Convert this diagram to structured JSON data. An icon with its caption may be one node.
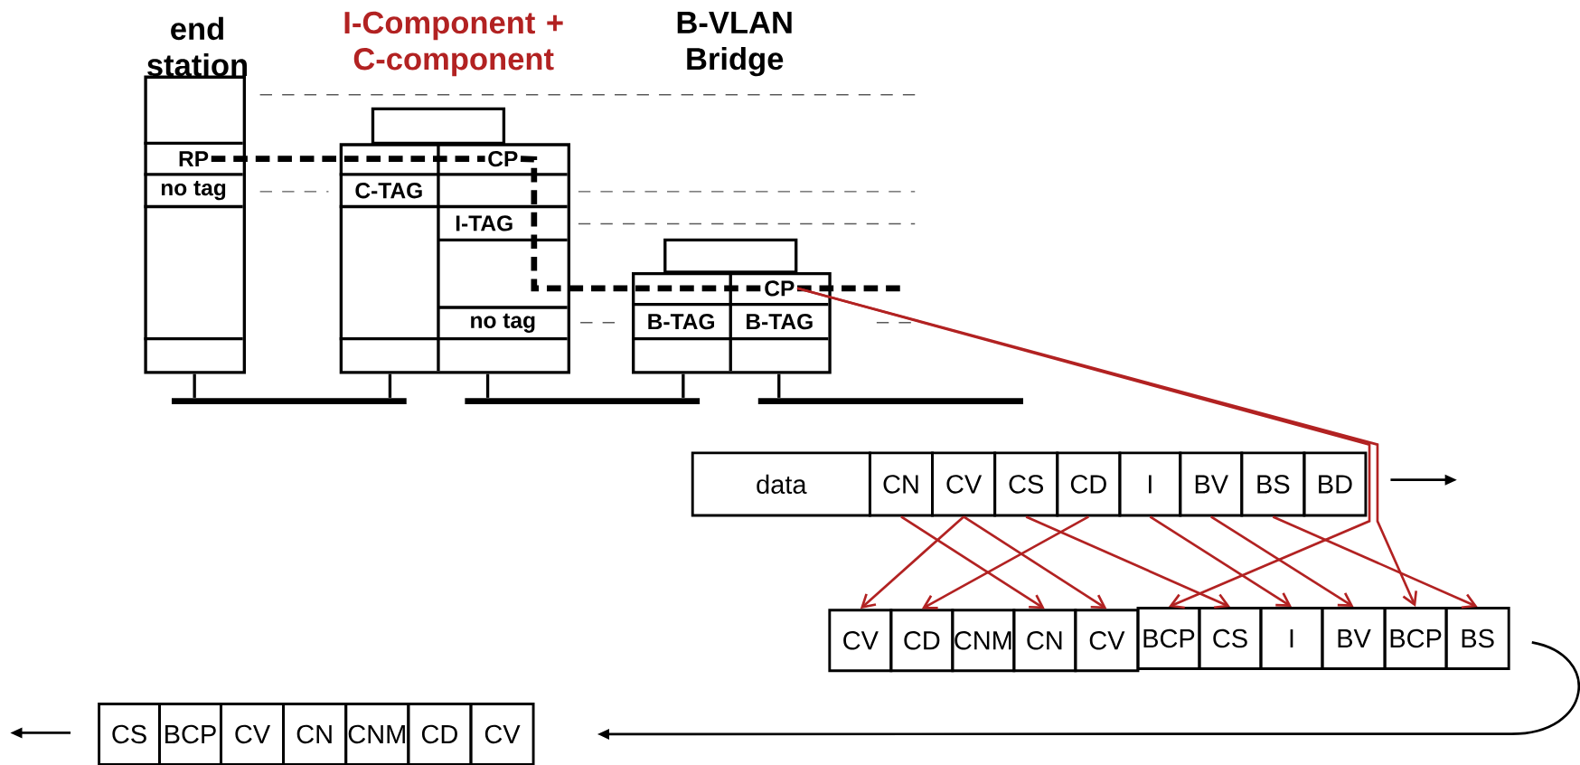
{
  "diagram": {
    "nodes": [
      {
        "text": [],
        "shape": "box"
      },
      {
        "text": [
          "RP"
        ],
        "in": 0
      },
      {
        "text": [
          "no tag"
        ],
        "in": 0
      },
      {
        "text": [],
        "shape": "box"
      },
      {
        "text": [
          "CP"
        ],
        "in": 3
      },
      {
        "text": [
          "C-TAG"
        ],
        "in": 3
      },
      {
        "text": [
          "I-TAG"
        ],
        "in": 3
      },
      {
        "text": [
          "no tag"
        ],
        "in": 3
      },
      {
        "text": [],
        "shape": "box"
      },
      {
        "text": [
          "CP"
        ],
        "in": 8
      },
      {
        "text": [
          "B-TAG"
        ],
        "in": 8
      },
      {
        "text": [
          "B-TAG"
        ],
        "in": 8
      },
      {
        "text": [
          "data"
        ]
      },
      {
        "text": [
          "CN"
        ]
      },
      {
        "text": [
          "CV"
        ]
      },
      {
        "text": [
          "CS"
        ]
      },
      {
        "text": [
          "CD"
        ]
      },
      {
        "text": [
          "I"
        ]
      },
      {
        "text": [
          "BV"
        ]
      },
      {
        "text": [
          "BS"
        ]
      },
      {
        "text": [
          "BD"
        ]
      },
      {
        "text": [
          "CV"
        ]
      },
      {
        "text": [
          "CD"
        ]
      },
      {
        "text": [
          "CNM"
        ]
      },
      {
        "text": [
          "CN"
        ]
      },
      {
        "text": [
          "CV"
        ]
      },
      {
        "text": [
          "BCP"
        ]
      },
      {
        "text": [
          "CS"
        ]
      },
      {
        "text": [
          "I"
        ]
      },
      {
        "text": [
          "BV"
        ]
      },
      {
        "text": [
          "BCP"
        ]
      },
      {
        "text": [
          "BS"
        ]
      },
      {
        "text": [
          "CS"
        ]
      },
      {
        "text": [
          "BCP"
        ]
      },
      {
        "text": [
          "CV"
        ]
      },
      {
        "text": [
          "CN"
        ]
      },
      {
        "text": [
          "CNM"
        ]
      },
      {
        "text": [
          "CD"
        ]
      },
      {
        "text": [
          "CV"
        ]
      },
      {
        "text": [],
        "shape": "bar"
      },
      {
        "text": [],
        "shape": "bar"
      },
      {
        "text": [],
        "shape": "bar"
      }
    ],
    "edges": [
      {
        "from": 1,
        "to": 4,
        "arrow": "none",
        "style": "dashed",
        "color": "#000000"
      },
      {
        "from": 4,
        "to": 9,
        "arrow": "none",
        "style": "dashed",
        "color": "#000000"
      },
      {
        "from": 9,
        "to": null,
        "arrow": "none",
        "style": "dashed",
        "color": "#000000"
      },
      {
        "from": 13,
        "to": 24,
        "arrow": "to"
      },
      {
        "from": 14,
        "to": 21,
        "arrow": "to"
      },
      {
        "from": 14,
        "to": 25,
        "arrow": "to"
      },
      {
        "from": 15,
        "to": 27,
        "arrow": "to"
      },
      {
        "from": 16,
        "to": 22,
        "arrow": "to"
      },
      {
        "from": 9,
        "to": 26,
        "arrow": "to"
      },
      {
        "from": 17,
        "to": 28,
        "arrow": "to"
      },
      {
        "from": 18,
        "to": 29,
        "arrow": "to"
      },
      {
        "from": 9,
        "to": 30,
        "arrow": "to"
      },
      {
        "from": 19,
        "to": 31,
        "arrow": "to"
      },
      {
        "from": 31,
        "to": 38,
        "arrow": "to",
        "color": "#000000"
      },
      {
        "from": 0,
        "to": 39,
        "arrow": "none",
        "color": "#000000"
      },
      {
        "from": 3,
        "to": 39,
        "arrow": "none",
        "color": "#000000"
      },
      {
        "from": 3,
        "to": 40,
        "arrow": "none",
        "color": "#000000"
      },
      {
        "from": 8,
        "to": 40,
        "arrow": "none",
        "color": "#000000"
      },
      {
        "from": 8,
        "to": 41,
        "arrow": "none",
        "color": "#000000"
      }
    ],
    "labels": [
      "end station",
      "I-Component + C-component",
      "B-VLAN Bridge"
    ]
  }
}
